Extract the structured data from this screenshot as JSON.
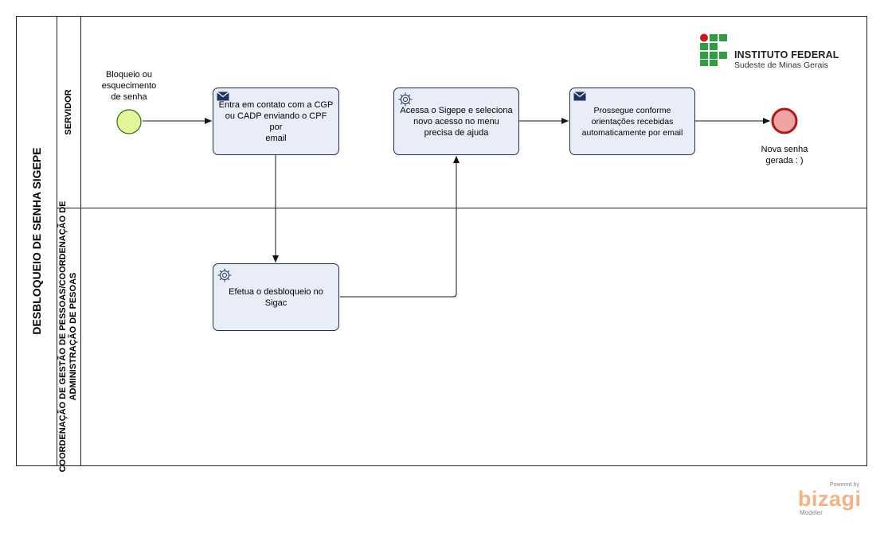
{
  "pool": {
    "title": "DESBLOQUEIO DE SENHA SIGEPE"
  },
  "lanes": [
    {
      "title": "SERVIDOR"
    },
    {
      "title_line1": "COORDENAÇÃO DE GESTÃO DE PESSOAS/COORDENAÇÃO DE",
      "title_line2": "ADMINISTRAÇÃO DE PESOAS"
    }
  ],
  "start_event": {
    "label_line1": "Bloqueio ou",
    "label_line2": "esquecimento",
    "label_line3": "de senha"
  },
  "tasks": [
    {
      "type": "send",
      "line1": "Entra em contato com a CGP",
      "line2": "ou CADP enviando o CPF por",
      "line3": "email"
    },
    {
      "type": "service",
      "line1": "Efetua o desbloqueio no",
      "line2": "Sigac"
    },
    {
      "type": "service",
      "line1": "Acessa o Sigepe e seleciona",
      "line2": "novo acesso no menu",
      "line3": "precisa de ajuda"
    },
    {
      "type": "send",
      "line1": "Prossegue conforme",
      "line2": "orientações recebidas",
      "line3": "automaticamente por email"
    }
  ],
  "end_event": {
    "label_line1": "Nova senha",
    "label_line2": "gerada : )"
  },
  "logo": {
    "name": "INSTITUTO FEDERAL",
    "subtitle": "Sudeste de Minas Gerais"
  },
  "watermark": {
    "powered": "Powered by",
    "brand": "bizagi",
    "product": "Modeler"
  },
  "colors": {
    "start_fill": "#e4f59a",
    "start_stroke": "#2e6b1a",
    "end_fill": "#f0a3a3",
    "end_stroke": "#b01919",
    "task_fill": "#e8edf8",
    "logo_green": "#2f9e41",
    "logo_red": "#c8191e"
  }
}
